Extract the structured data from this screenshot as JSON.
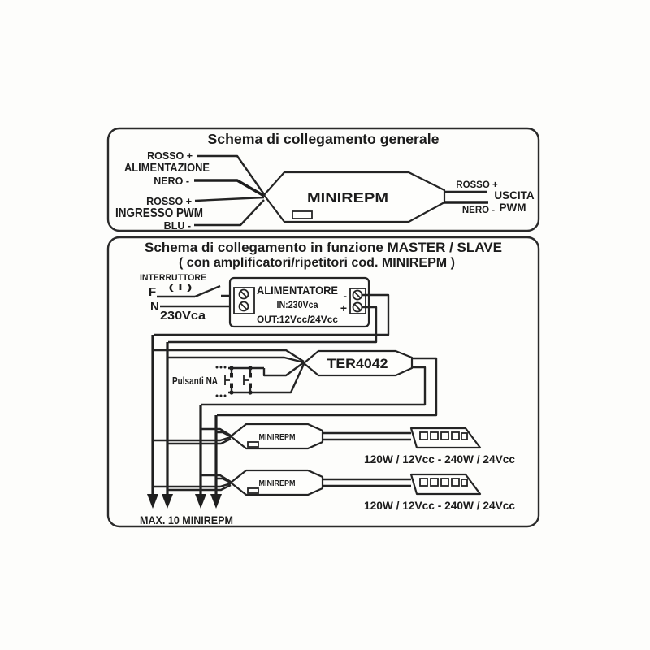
{
  "colors": {
    "ink": "#1f1f1f",
    "paper": "#fdfdfb"
  },
  "general_box": {
    "title": "Schema di collegamento generale",
    "device": "MINIREPM",
    "in_power_plus": "ROSSO +",
    "in_power_name": "ALIMENTAZIONE",
    "in_power_minus": "NERO -",
    "in_pwm_plus": "ROSSO +",
    "in_pwm_name": "INGRESSO PWM",
    "in_pwm_minus": "BLU -",
    "out_plus": "ROSSO +",
    "out_minus": "NERO -",
    "out_name_1": "USCITA",
    "out_name_2": "PWM"
  },
  "master_box": {
    "title_1": "Schema di collegamento in funzione MASTER / SLAVE",
    "title_2": "( con  amplificatori/ripetitori cod. MINIREPM )",
    "switch_label": "INTERRUTTORE",
    "switch_phase": "F",
    "switch_neutral": "N",
    "switch_pos": "( I )",
    "mains_voltage": "230Vca",
    "psu_name": "ALIMENTATORE",
    "psu_in": "IN:230Vca",
    "psu_out": "OUT:12Vcc/24Vcc",
    "psu_minus": "-",
    "psu_plus": "+",
    "buttons_label": "Pulsanti NA",
    "controller": "TER4042",
    "repeater_1": "MINIREPM",
    "strip_rating_1": "120W / 12Vcc - 240W /  24Vcc",
    "repeater_2": "MINIREPM",
    "strip_rating_2": "120W / 12Vcc - 240W /  24Vcc",
    "max_note": "MAX. 10 MINIREPM"
  }
}
